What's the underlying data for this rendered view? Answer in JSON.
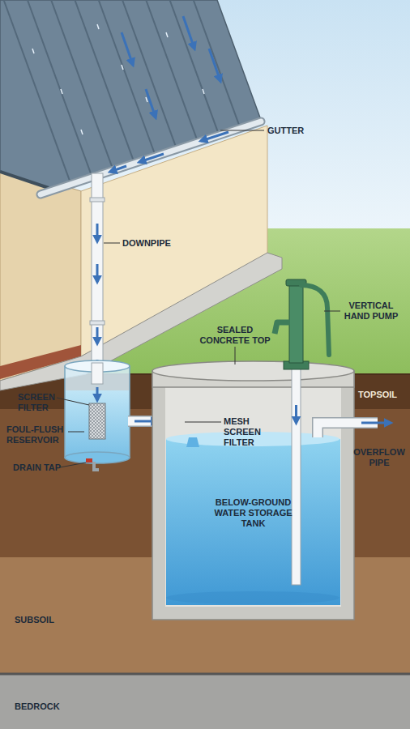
{
  "diagram": {
    "nodes": [
      {
        "text": [
          "TOPSOIL"
        ]
      },
      {
        "text": [
          "BELOW-GROUND WATER STORAGE TANK"
        ]
      },
      {
        "text": [
          "SUBSOIL"
        ]
      },
      {
        "text": [
          "BEDROCK"
        ]
      }
    ],
    "labels": [
      "GUTTER",
      "DOWNPIPE",
      "VERTICAL HAND PUMP",
      "SEALED CONCRETE TOP",
      "SCREEN FILTER",
      "FOUL-FLUSH RESERVOIR",
      "DRAIN TAP",
      "MESH SCREEN FILTER",
      "OVERFLOW PIPE"
    ]
  }
}
